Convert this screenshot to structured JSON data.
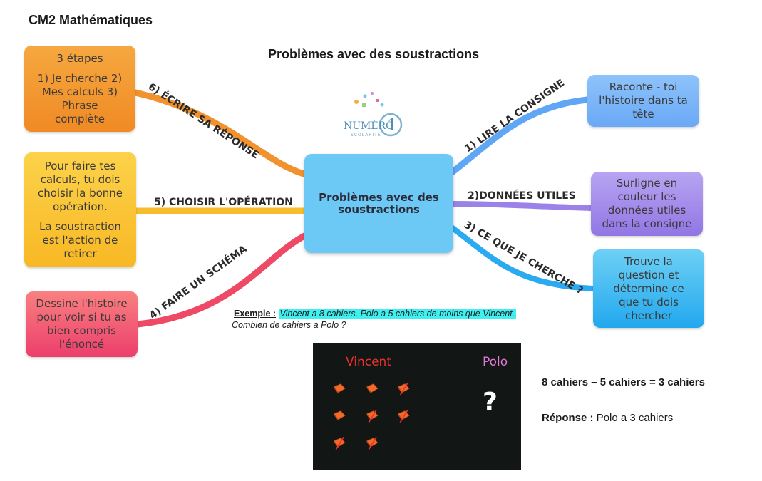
{
  "header": {
    "subject": "CM2 Mathématiques",
    "title": "Problèmes avec des soustractions"
  },
  "mindmap": {
    "center": "Problèmes avec des soustractions",
    "branches": [
      {
        "label": "1) LIRE LA CONSIGNE",
        "color": "#5fa6f5",
        "box": [
          "Raconte - toi l'histoire dans ta tête"
        ]
      },
      {
        "label": "2)DONNÉES UTILES",
        "color": "#9a82e8",
        "box": [
          "Surligne en couleur les données utiles dans la consigne"
        ]
      },
      {
        "label": "3) CE QUE JE CHERCHE ?",
        "color": "#2aaaf0",
        "box": [
          "Trouve la question et détermine ce que tu dois chercher"
        ]
      },
      {
        "label": "4) FAIRE UN SCHÉMA",
        "color": "#ee4a66",
        "box": [
          "Dessine l'histoire pour voir si tu as bien compris l'énoncé"
        ]
      },
      {
        "label": "5) CHOISIR L'OPÉRATION",
        "color": "#f8bd2e",
        "box": [
          "Pour faire tes calculs, tu dois choisir la bonne opération.",
          "La soustraction est l'action de retirer"
        ]
      },
      {
        "label": "6) ÉCRIRE SA RÉPONSE",
        "color": "#f2922e",
        "box": [
          "3 étapes",
          "1) Je cherche 2) Mes calculs 3) Phrase complète"
        ]
      }
    ]
  },
  "logo": {
    "main": "NUMÉRO",
    "number": "1",
    "sub": "SCOLARITÉ"
  },
  "example": {
    "label": "Exemple :",
    "line1": "Vincent a 8 cahiers. Polo a 5 cahiers de moins que Vincent.",
    "line2": "Combien de cahiers a Polo ?"
  },
  "board": {
    "name_left": "Vincent",
    "name_right": "Polo",
    "mark": "?",
    "colors": {
      "left": "#e8312b",
      "right": "#e27ad8",
      "book": "#f26a2a"
    },
    "books_total": 8,
    "books_crossed": 5
  },
  "solution": {
    "calculation": "8 cahiers – 5 cahiers = 3 cahiers",
    "answer_label": "Réponse :",
    "answer_text": " Polo a 3 cahiers"
  }
}
